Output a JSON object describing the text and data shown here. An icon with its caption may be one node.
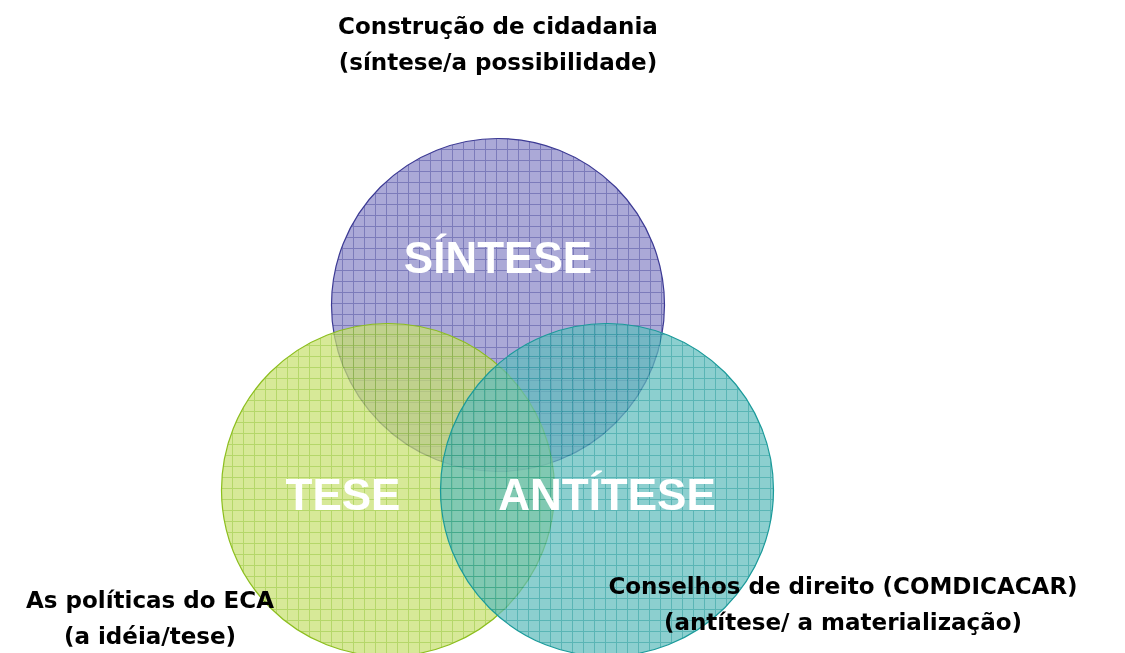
{
  "diagram": {
    "nodes": [
      {
        "text": [
          "SÍNTESE"
        ],
        "beside": [
          "Construção de cidadania (síntese/a possibilidade)"
        ]
      },
      {
        "text": [
          "TESE"
        ],
        "beside": [
          "As políticas do ECA (a idéia/tese)"
        ]
      },
      {
        "text": [
          "ANTÍTESE"
        ],
        "beside": [
          "Conselhos de direito (COMDICACAR) (antítese/ a materialização)"
        ]
      }
    ]
  }
}
